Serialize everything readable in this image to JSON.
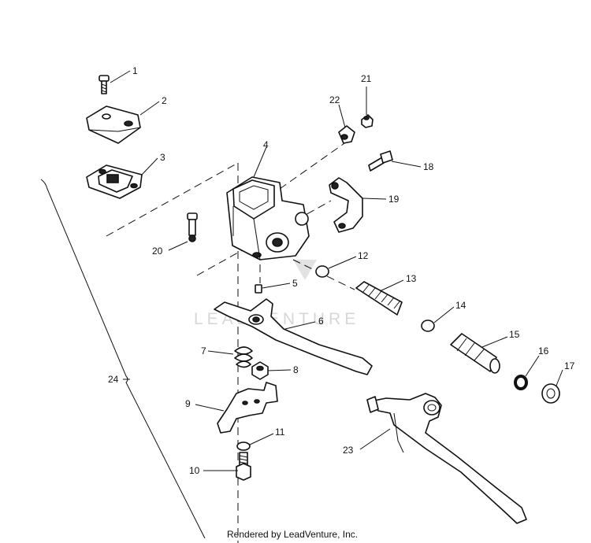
{
  "callouts": {
    "c1": "1",
    "c2": "2",
    "c3": "3",
    "c4": "4",
    "c5": "5",
    "c6": "6",
    "c7": "7",
    "c8": "8",
    "c9": "9",
    "c10": "10",
    "c11": "11",
    "c12": "12",
    "c13": "13",
    "c14": "14",
    "c15": "15",
    "c16": "16",
    "c17": "17",
    "c18": "18",
    "c19": "19",
    "c20": "20",
    "c21": "21",
    "c22": "22",
    "c23": "23",
    "c24": "24"
  },
  "watermark": "LEADVENTURE",
  "footer": "Rendered by LeadVenture, Inc."
}
